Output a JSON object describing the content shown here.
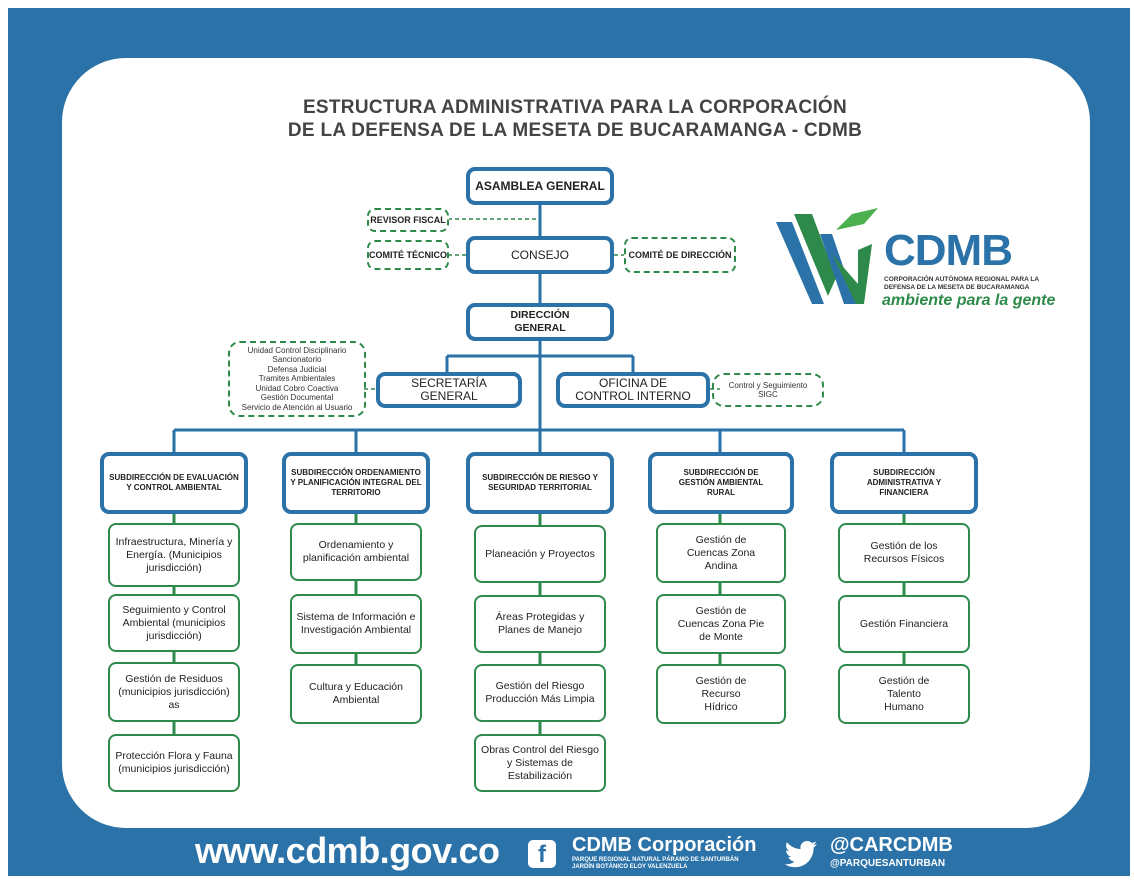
{
  "title": {
    "line1": "ESTRUCTURA ADMINISTRATIVA PARA LA CORPORACIÓN",
    "line2": "DE LA DEFENSA DE LA MESETA DE BUCARAMANGA - CDMB"
  },
  "top": {
    "asamblea": "ASAMBLEA GENERAL",
    "revisor": "REVISOR FISCAL",
    "comite_tecnico": "COMITÉ TÉCNICO",
    "consejo": "CONSEJO",
    "comite_direccion": "COMITÉ DE DIRECCIÓN",
    "direccion": "DIRECCIÓN GENERAL",
    "secretaria": "SECRETARÍA GENERAL",
    "oficina": "OFICINA DE CONTROL INTERNO"
  },
  "secretaria_units": [
    "Unidad Control Disciplinario",
    "Sancionatorio",
    "Defensa Judicial",
    "Tramites Ambientales",
    "Unidad Cobro Coactiva",
    "Gestión Documental",
    "Servicio de Atención al Usuario"
  ],
  "oficina_units": [
    "Control y Seguimiento",
    "SIGC"
  ],
  "logo": {
    "name": "CDMB",
    "subtitle": "CORPORACIÓN AUTÓNOMA REGIONAL PARA LA DEFENSA DE LA MESETA DE BUCARAMANGA",
    "tagline": "ambiente para la gente"
  },
  "subdirecciones": [
    {
      "name": "SUBDIRECCIÓN DE EVALUACIÓN Y CONTROL AMBIENTAL",
      "items": [
        "Infraestructura, Minería y Energía. (Municipios jurisdicción)",
        "Seguimiento y Control Ambiental (municipios jurisdicción)",
        "Gestión de Residuos (municipios jurisdicción) as",
        "Protección Flora y Fauna (municipios jurisdicción)"
      ]
    },
    {
      "name": "SUBDIRECCIÓN ORDENAMIENTO Y PLANIFICACIÓN INTEGRAL DEL TERRITORIO",
      "items": [
        "Ordenamiento y planificación ambiental",
        "Sistema de Información e Investigación Ambiental",
        "Cultura y Educación Ambiental"
      ]
    },
    {
      "name": "SUBDIRECCIÓN DE RIESGO Y SEGURIDAD TERRITORIAL",
      "items": [
        "Planeación y Proyectos",
        "Áreas Protegidas y Planes de Manejo",
        "Gestión del Riesgo Producción Más Limpia",
        "Obras Control del Riesgo y Sistemas de Estabilización"
      ]
    },
    {
      "name": "SUBDIRECCIÓN DE GESTIÓN AMBIENTAL RURAL",
      "items": [
        "Gestión de Cuencas Zona Andina",
        "Gestión de Cuencas Zona Pie de Monte",
        "Gestión de Recurso Hídrico"
      ]
    },
    {
      "name": "SUBDIRECCIÓN ADMINISTRATIVA Y FINANCIERA",
      "items": [
        "Gestión de los Recursos Físicos",
        "Gestión Financiera",
        "Gestión de Talento Humano"
      ]
    }
  ],
  "footer": {
    "url": "www.cdmb.gov.co",
    "facebook_name": "CDMB Corporación",
    "facebook_sub1": "PARQUE REGIONAL NATURAL PÁRAMO DE SANTURBÁN",
    "facebook_sub2": "JARDÍN BOTÁNICO ELOY VALENZUELA",
    "twitter_handle": "@CARCDMB",
    "twitter_sub": "@PARQUESANTURBAN"
  },
  "colors": {
    "brand_blue": "#2a72a8",
    "brand_green": "#2e8a4a"
  }
}
